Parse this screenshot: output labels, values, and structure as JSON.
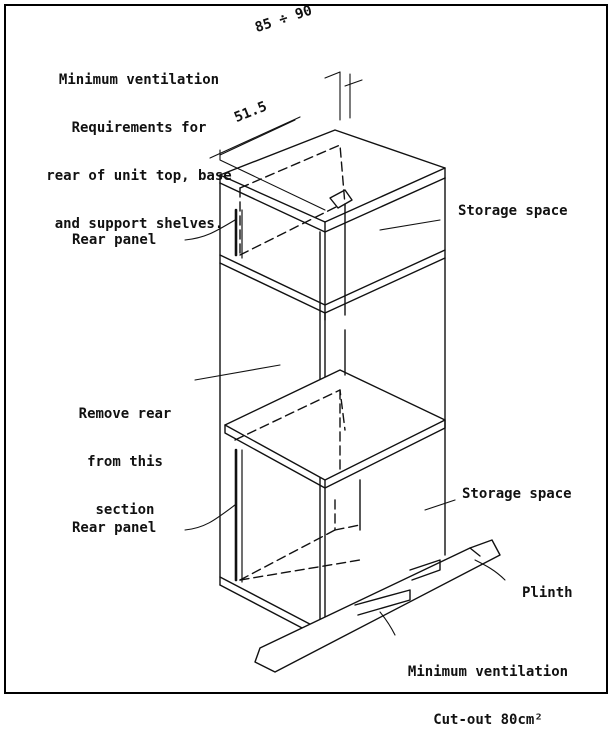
{
  "labels": {
    "top_note": [
      "Minimum ventilation",
      "Requirements for",
      "rear of unit top, base",
      "and support shelves."
    ],
    "rear_panel_top": "Rear panel",
    "rear_panel_bottom": "Rear panel",
    "remove_rear": [
      "Remove rear",
      "from this",
      "section"
    ],
    "storage_top": "Storage space",
    "storage_bottom": "Storage space",
    "plinth": "Plinth",
    "bottom_note": [
      "Minimum ventilation",
      "Cut-out 80cm²"
    ]
  },
  "dimensions": {
    "top_gap": "85 ÷ 90",
    "depth": "51.5"
  },
  "colors": {
    "line": "#111111",
    "background": "#ffffff",
    "border": "#000000"
  }
}
